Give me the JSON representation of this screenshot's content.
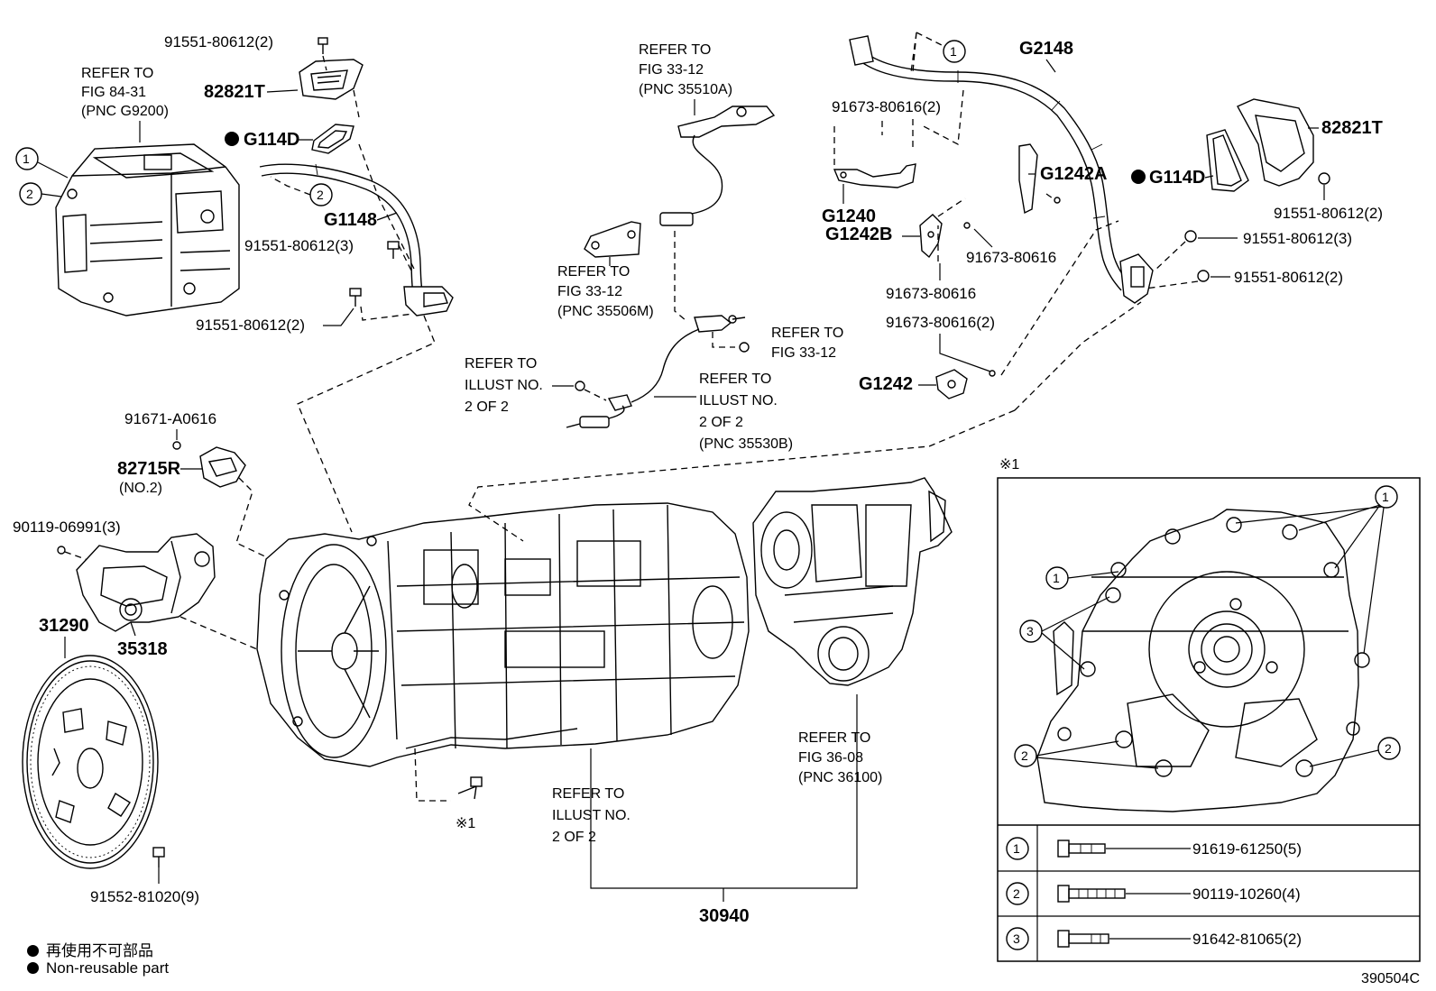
{
  "labels": {
    "inverter_refer": [
      "REFER TO",
      "FIG 84-31",
      "(PNC G9200)"
    ],
    "bolt_top_left": "91551-80612(2)",
    "cover_left": "82821T",
    "gasket_left": "G114D",
    "cable_left": "G1148",
    "bolt_left_3": "91551-80612(3)",
    "bolt_left_2b": "91551-80612(2)",
    "clip": "91671-A0616",
    "bracket": "82715R",
    "bracket_note": "(NO.2)",
    "bolt_mount": "90119-06991(3)",
    "mount": "35318",
    "drive_plate": "31290",
    "plate_bolt": "91552-81020(9)",
    "sensor_refer": [
      "REFER TO",
      "FIG 33-12",
      "(PNC 35510A)"
    ],
    "bracket_refer": [
      "REFER TO",
      "FIG 33-12",
      "(PNC 35506M)"
    ],
    "fig3312_refer": [
      "REFER TO",
      "FIG 33-12"
    ],
    "illust_refer_left": [
      "REFER TO",
      "ILLUST NO.",
      "2 OF 2"
    ],
    "illust_refer_right": [
      "REFER TO",
      "ILLUST NO.",
      "2 OF 2",
      "(PNC 35530B)"
    ],
    "illust_refer_bottom": [
      "REFER TO",
      "ILLUST NO.",
      "2 OF 2"
    ],
    "bolt_note_marker": "※1",
    "transmission": "30940",
    "transfer_refer": [
      "REFER TO",
      "FIG 36-08",
      "(PNC 36100)"
    ],
    "cable_right": "G2148",
    "bolt_r1": "91673-80616(2)",
    "bracket_g1240": "G1240",
    "bracket_g1242b": "G1242B",
    "bracket_g1242a": "G1242A",
    "bolt_r2": "91673-80616",
    "bolt_r3": "91673-80616",
    "bolt_r4": "91673-80616(2)",
    "bracket_g1242": "G1242",
    "gasket_right": "G114D",
    "cover_right": "82821T",
    "bolt_r5": "91551-80612(2)",
    "bolt_r6": "91551-80612(3)",
    "bolt_r7": "91551-80612(2)",
    "circle_1": "1",
    "circle_2": "2",
    "circle_3": "3"
  },
  "inset": {
    "marker": "※1",
    "rows": [
      {
        "num": "1",
        "part": "91619-61250(5)"
      },
      {
        "num": "2",
        "part": "90119-10260(4)"
      },
      {
        "num": "3",
        "part": "91642-81065(2)"
      }
    ]
  },
  "legend": {
    "jp": "再使用不可部品",
    "en": "Non-reusable part"
  },
  "figure_number": "390504C"
}
